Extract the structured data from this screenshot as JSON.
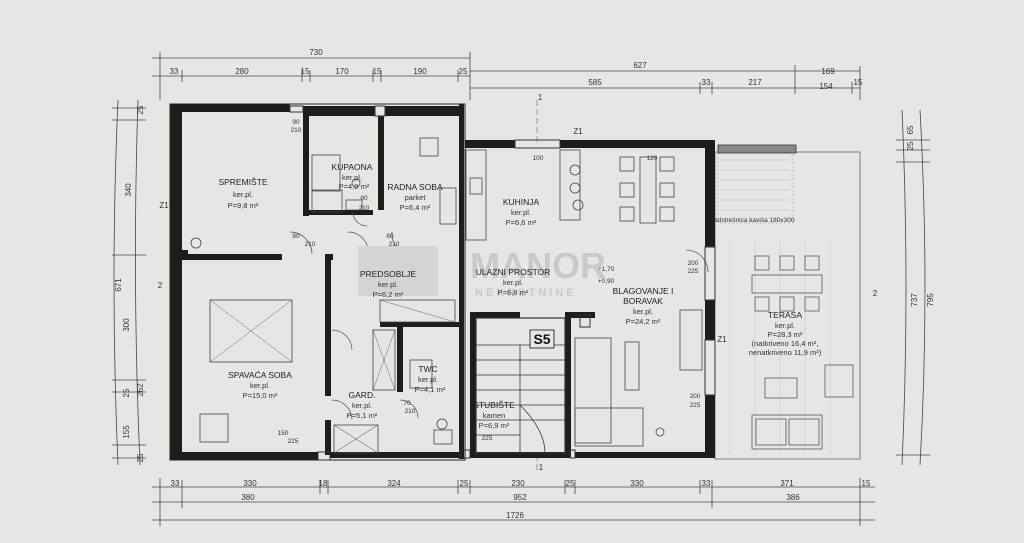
{
  "rooms": {
    "spremiste": {
      "name": "SPREMIŠTE",
      "floor": "ker.pl.",
      "area": "P=9,8 m²"
    },
    "kupaona": {
      "name": "KUPAONA",
      "floor": "ker.pl.",
      "area": "P=4,0 m²"
    },
    "radna_soba": {
      "name": "RADNA SOBA",
      "floor": "parket",
      "area": "P=6,4 m²"
    },
    "kuhinja": {
      "name": "KUHINJA",
      "floor": "ker.pl.",
      "area": "P=6,6 m²"
    },
    "predsoblje": {
      "name": "PREDSOBLJE",
      "floor": "ker.pl.",
      "area": "P=6,2 m²"
    },
    "ulazni_prostor": {
      "name": "ULAZNI PROSTOR",
      "floor": "ker.pl.",
      "area": "P=6,8 m²"
    },
    "spavaca_soba": {
      "name": "SPAVAĆA SOBA",
      "floor": "ker.pl.",
      "area": "P=15,0 m²"
    },
    "gard": {
      "name": "GARD.",
      "floor": "ker.pl.",
      "area": "P=5,1 m²"
    },
    "twc": {
      "name": "TWC",
      "floor": "ker.pl.",
      "area": "P=4,1 m²"
    },
    "stubiste": {
      "name": "STUBIŠTE",
      "floor": "kamen",
      "area": "P=6,9 m²"
    },
    "blagovanje": {
      "name": "BLAGOVANJE I",
      "name2": "BORAVAK",
      "floor": "ker.pl.",
      "area": "P=24,2 m²"
    },
    "terasa": {
      "name": "TERASA",
      "floor": "ker.pl.",
      "area": "P=28,3 m²",
      "note1": "(natkriveno 16,4 m²,",
      "note2": "nenatkriveno 11,9 m²)"
    }
  },
  "labels": {
    "stair_tag": "S5",
    "level_1": "+1,70",
    "level_2": "+0,90",
    "axis_1_top": "1",
    "axis_1_bottom": "1",
    "axis_2_left": "2",
    "axis_2_right": "2",
    "wall_z1_left": "Z1",
    "wall_z1_top": "Z1",
    "wall_z1_right": "Z1",
    "pergola_note": "Nadstrešnica kaviša 180x300"
  },
  "watermark": {
    "brand": "MANOR",
    "sub": "NEKRETNINE"
  },
  "dims_top": {
    "total_1": "730",
    "total_2": "627",
    "segs": [
      "33",
      "280",
      "15",
      "170",
      "15",
      "190",
      "25",
      "585",
      "33",
      "217",
      "169",
      "154",
      "15"
    ]
  },
  "dims_bottom": {
    "segs": [
      "33",
      "330",
      "18",
      "324",
      "25",
      "230",
      "25",
      "330",
      "33",
      "371",
      "15"
    ],
    "sub_1": "380",
    "sub_2": "952",
    "sub_3": "386",
    "total": "1726"
  },
  "dims_left": {
    "segs": [
      "25",
      "340",
      "671",
      "300",
      "25",
      "262",
      "155",
      "25"
    ]
  },
  "dims_right": {
    "segs": [
      "25",
      "65",
      "737",
      "795"
    ]
  },
  "openings": [
    "90",
    "210",
    "80",
    "210",
    "80",
    "210",
    "70",
    "210",
    "80",
    "210",
    "200",
    "225",
    "200",
    "225",
    "150",
    "225",
    "100",
    "120",
    "225"
  ],
  "colors": {
    "background": "#e6e6e4",
    "wall": "#1d1d1d",
    "line": "#444444",
    "watermark": "#c9c9c9"
  }
}
